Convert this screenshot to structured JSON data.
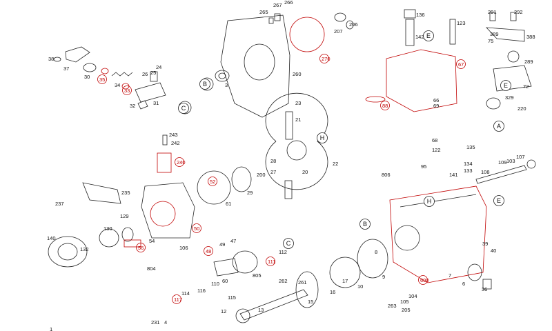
{
  "diagram": {
    "black_labels": [
      "38",
      "37",
      "30",
      "34",
      "26",
      "25",
      "24",
      "32",
      "31",
      "3",
      "265",
      "267",
      "266",
      "260",
      "207",
      "206",
      "136",
      "142",
      "123",
      "291",
      "292",
      "389",
      "388",
      "75",
      "289",
      "72",
      "329",
      "220",
      "243",
      "242",
      "23",
      "21",
      "22",
      "200",
      "27",
      "28",
      "20",
      "29",
      "61",
      "66",
      "69",
      "68",
      "122",
      "135",
      "134",
      "133",
      "95",
      "806",
      "141",
      "108",
      "109",
      "103",
      "107",
      "237",
      "235",
      "132",
      "130",
      "129",
      "140",
      "54",
      "106",
      "49",
      "47",
      "804",
      "60",
      "805",
      "112",
      "110",
      "114",
      "116",
      "115",
      "13",
      "12",
      "15",
      "16",
      "17",
      "10",
      "9",
      "8",
      "7",
      "6",
      "36",
      "39",
      "40",
      "105",
      "104",
      "263",
      "262",
      "261",
      "205",
      "1",
      "231",
      "4"
    ],
    "red_labels": [
      "35",
      "33",
      "270",
      "67",
      "88",
      "240",
      "52",
      "50",
      "56",
      "48",
      "111",
      "117",
      "600"
    ],
    "callouts": [
      "B",
      "C",
      "E",
      "A",
      "H",
      "C",
      "B",
      "E",
      "H",
      "E"
    ],
    "colors": {
      "ink": "#222222",
      "highlight": "#c00000"
    }
  }
}
